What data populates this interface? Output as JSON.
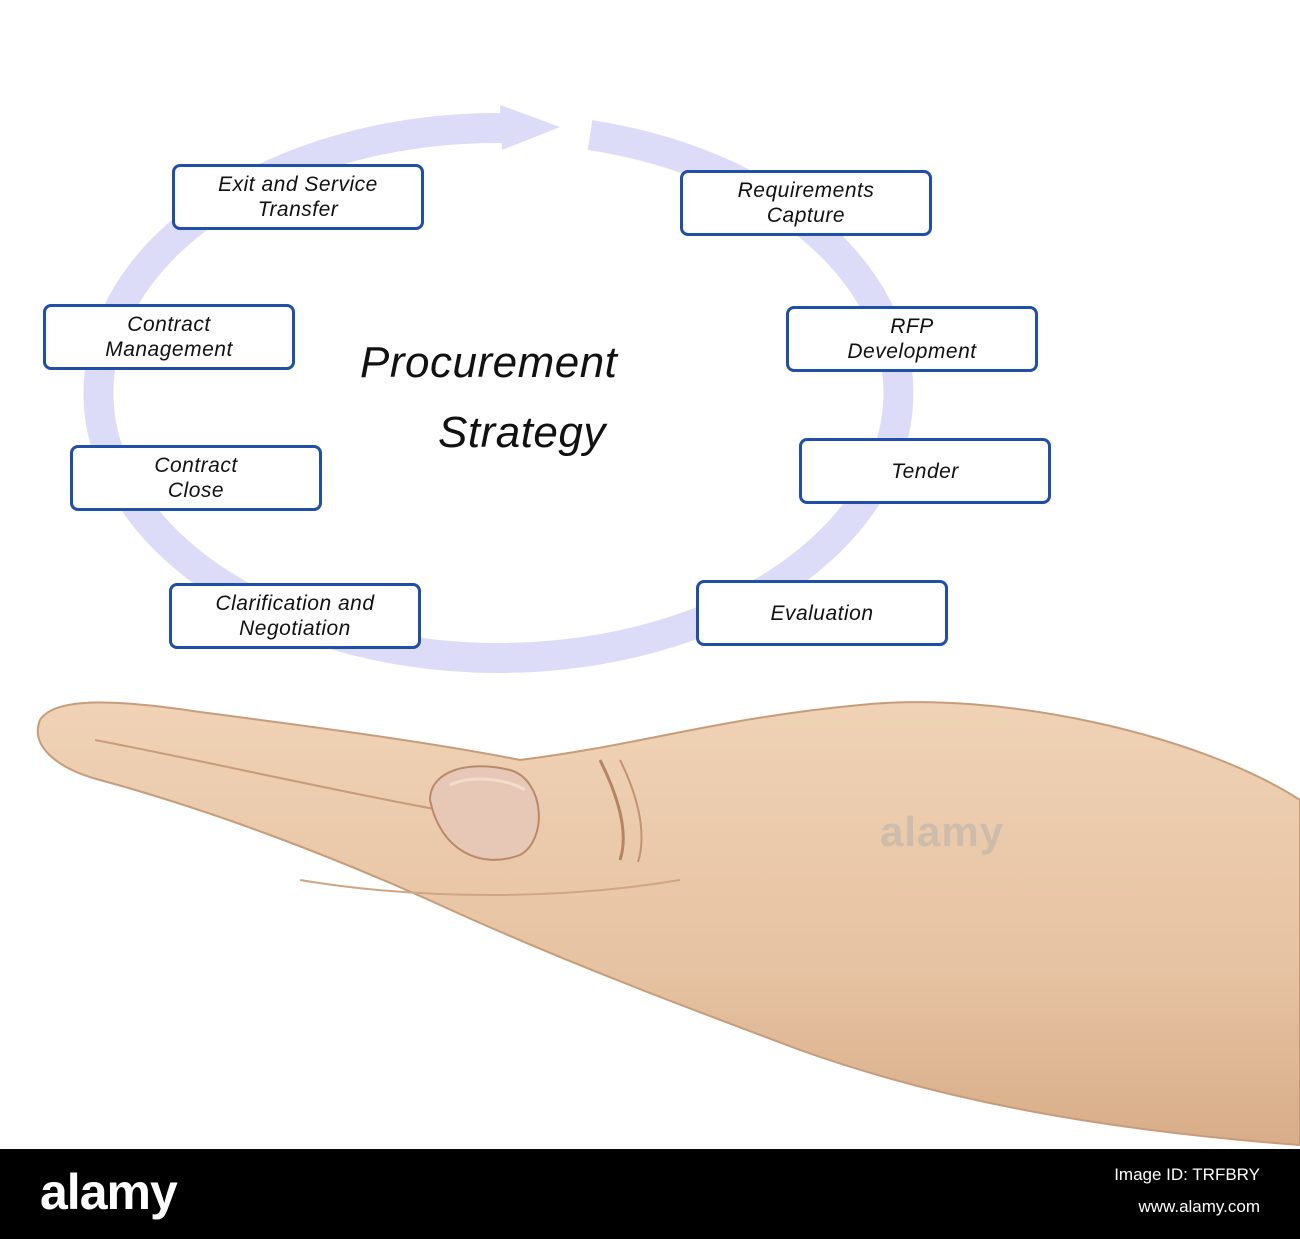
{
  "diagram": {
    "title_line1": "Procurement",
    "title_line2": "Strategy",
    "steps": [
      {
        "label": "Requirements\nCapture"
      },
      {
        "label": "RFP\nDevelopment"
      },
      {
        "label": "Tender"
      },
      {
        "label": "Evaluation"
      },
      {
        "label": "Clarification and\nNegotiation"
      },
      {
        "label": "Contract\nClose"
      },
      {
        "label": "Contract\nManagement"
      },
      {
        "label": "Exit and Service\nTransfer"
      }
    ]
  },
  "colors": {
    "box_border": "#1f4fa6",
    "cycle_arrow": "#dcdcf8",
    "skin": "#e9c7a8"
  },
  "watermark": {
    "text": "alamy"
  },
  "footer": {
    "brand": "alamy",
    "image_id": "Image ID: TRFBRY",
    "site": "www.alamy.com"
  }
}
